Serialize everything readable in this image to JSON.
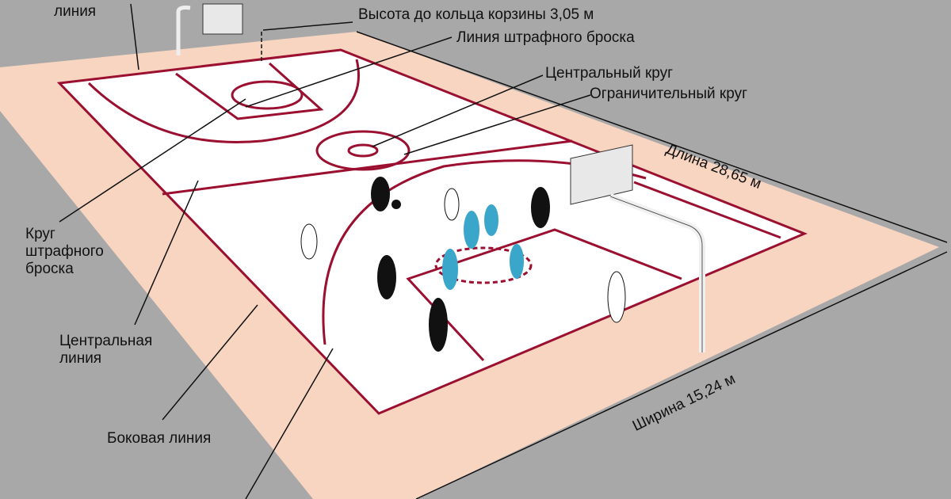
{
  "labels": {
    "endline_partial": "линия",
    "rim_height": "Высота до кольца корзины 3,05 м",
    "free_throw_line": "Линия штрафного броска",
    "center_circle": "Центральный круг",
    "restricted_circle": "Ограничительный круг",
    "length": "Длина 28,65 м",
    "width": "Ширина 15,24 м",
    "free_throw_circle": [
      "Круг",
      "штрафного",
      "броска"
    ],
    "center_line": [
      "Центральная",
      "линия"
    ],
    "sideline": "Боковая линия"
  },
  "colors": {
    "background": "#a8a8a8",
    "surround": "#f8d5c0",
    "court": "#ffffff",
    "lines": "#9b1030"
  }
}
